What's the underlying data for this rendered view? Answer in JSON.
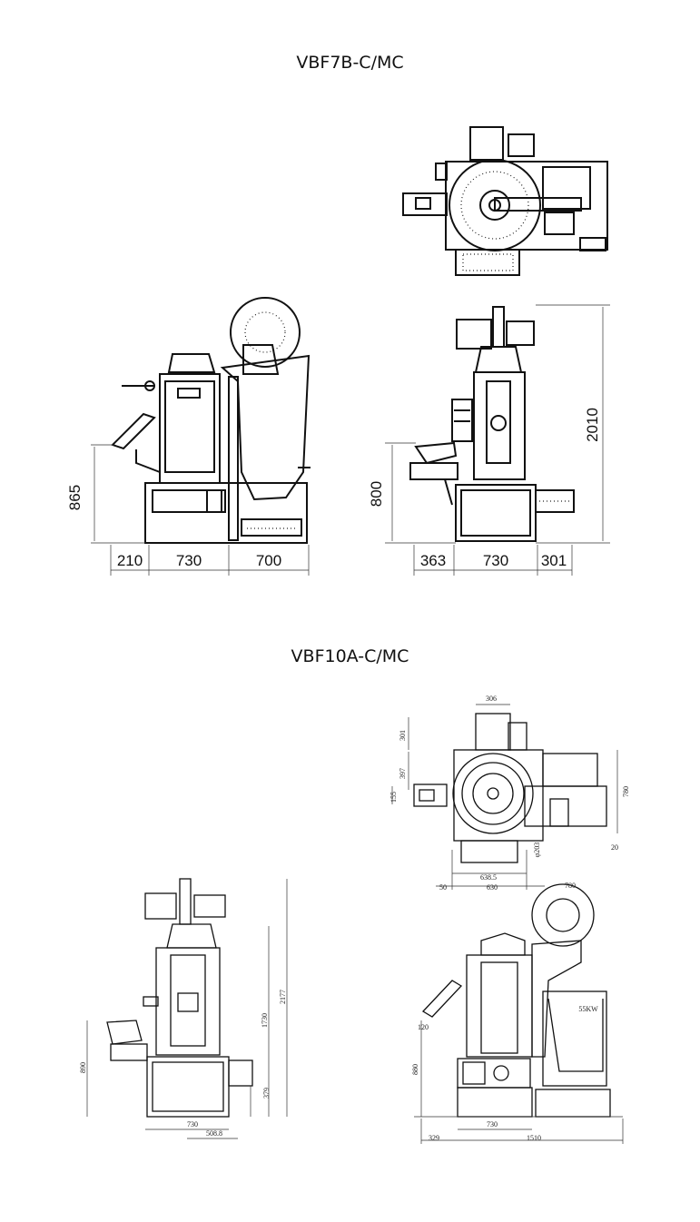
{
  "titles": {
    "top": "VBF7B-C/MC",
    "bottom": "VBF10A-C/MC"
  },
  "vbf7b": {
    "side_left": {
      "height": "865",
      "widths": [
        "210",
        "730",
        "700"
      ]
    },
    "side_right": {
      "height_left": "800",
      "height_right": "2010",
      "widths": [
        "363",
        "730",
        "301"
      ]
    }
  },
  "vbf10a": {
    "plan": {
      "d306": "306",
      "d301": "301",
      "d397": "397",
      "d155": "155",
      "d780": "780",
      "d20": "20",
      "d203": "φ203",
      "d638": "638.5",
      "d50": "50",
      "d630": "630"
    },
    "front": {
      "d890": "890",
      "d1730": "1730",
      "d2177": "2177",
      "d379": "379",
      "d730": "730",
      "d508": "508.8"
    },
    "side": {
      "d780": "780",
      "motor": "55KW",
      "d120": "120",
      "d880": "880",
      "d730": "730",
      "d329": "329",
      "d1510": "1510"
    }
  }
}
